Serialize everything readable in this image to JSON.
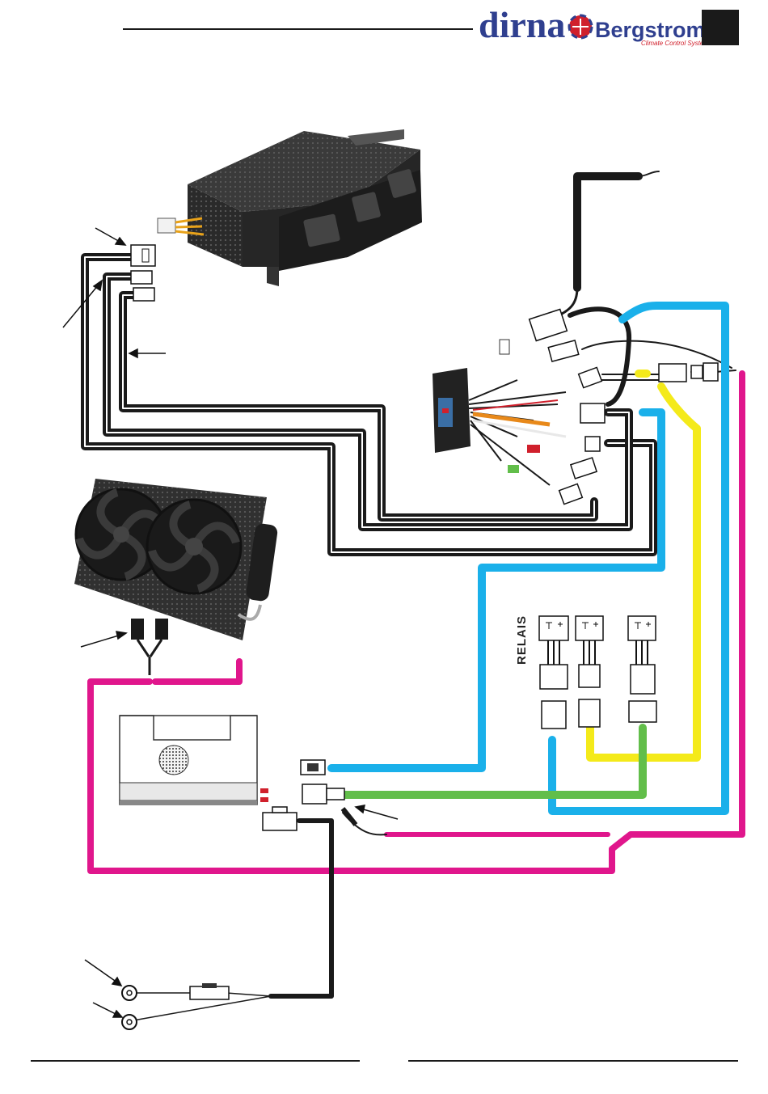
{
  "header": {
    "brand_left": "dirna",
    "brand_right": "Bergstrom",
    "brand_tagline": "Climate Control Systems"
  },
  "relay_label": "RELAIS",
  "colors": {
    "black_wire": "#1a1a1a",
    "blue_wire": "#1ab0ea",
    "yellow_wire": "#f4ea1a",
    "green_wire": "#62be4a",
    "magenta_wire": "#e0168c",
    "brand_blue": "#2f3f8f",
    "brand_red": "#d0202c"
  },
  "icons": [
    "dirna-bergstrom-logo",
    "evaporator-unit",
    "control-panel",
    "condenser-fan-unit",
    "compressor-unit",
    "relay",
    "pressure-switch",
    "ring-terminal",
    "inline-fuse"
  ]
}
